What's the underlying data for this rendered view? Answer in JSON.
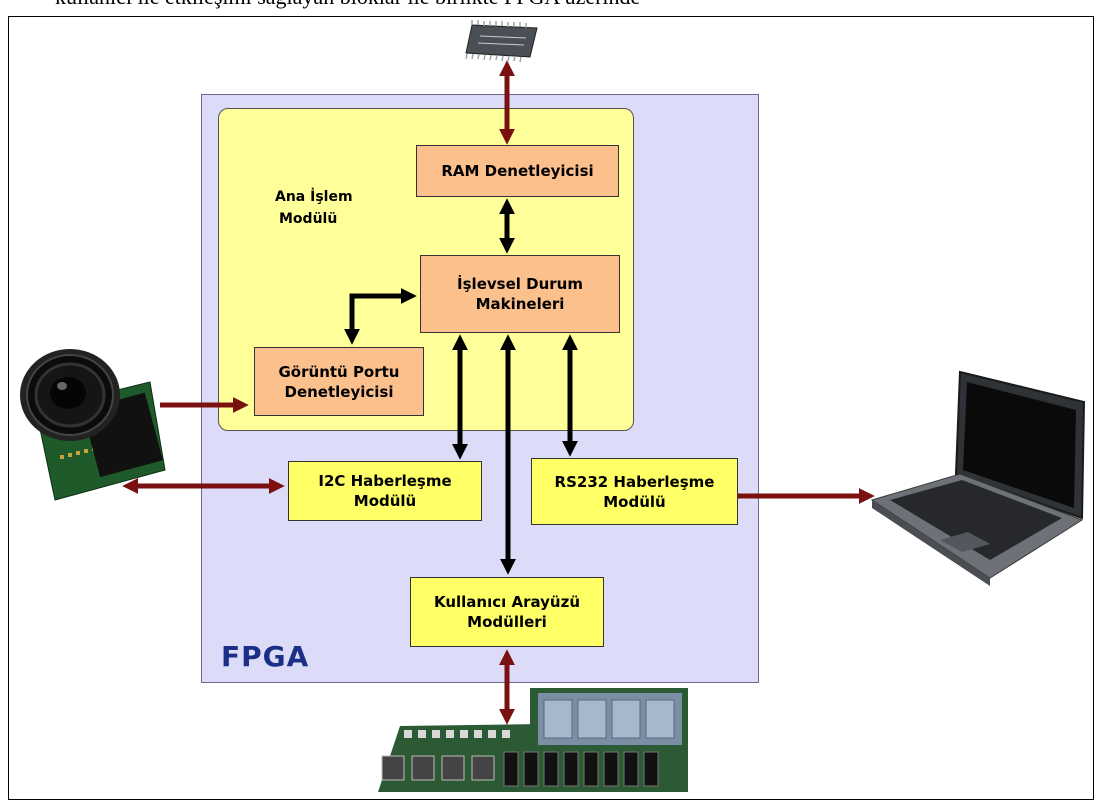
{
  "top_caption": "kullanıcı ile etkileşimi sağlayan bloklar ile birlikte FPGA üzerinde",
  "fpga_label": "FPGA",
  "main_module_label_line1": "Ana İşlem",
  "main_module_label_line2": "Modülü",
  "blocks": {
    "ram": [
      "RAM Denetleyicisi"
    ],
    "fsm": [
      "İşlevsel Durum",
      "Makineleri"
    ],
    "video": [
      "Görüntü Portu",
      "Denetleyicisi"
    ],
    "i2c": [
      "I2C Haberleşme",
      "Modülü"
    ],
    "rs232": [
      "RS232 Haberleşme",
      "Modülü"
    ],
    "ui": [
      "Kullanıcı Arayüzü",
      "Modülleri"
    ]
  },
  "devices": [
    "memory-chip",
    "camera-module",
    "laptop",
    "io-board"
  ],
  "colors": {
    "fpga_bg": "#dcdcf8",
    "main_module_bg": "#ffff99",
    "orange_block": "#fbc08c",
    "yellow_block": "#ffff66",
    "external_arrow": "#7a1010",
    "internal_arrow": "#000000",
    "fpga_text": "#1c2f86"
  }
}
